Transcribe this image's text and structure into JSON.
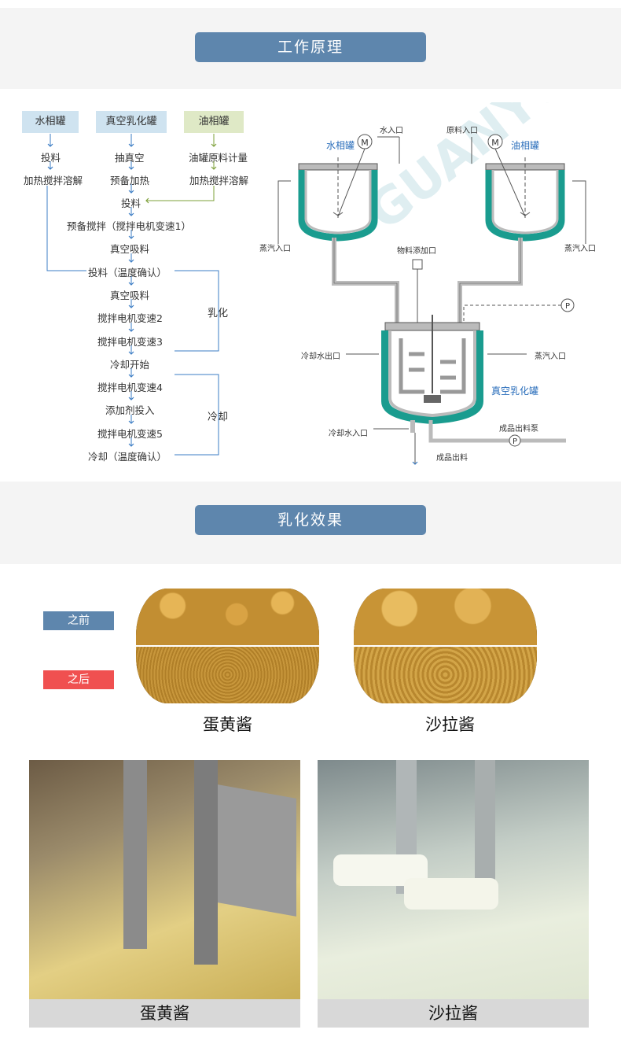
{
  "section1": {
    "title": "工作原理"
  },
  "section2": {
    "title": "乳化效果"
  },
  "flow": {
    "boxes": {
      "water": "水相罐",
      "vacuum": "真空乳化罐",
      "oil": "油相罐"
    },
    "water_steps": [
      "投料",
      "加热搅拌溶解"
    ],
    "vacuum_steps": [
      "抽真空",
      "预备加热"
    ],
    "oil_steps": [
      "油罐原料计量",
      "加热搅拌溶解"
    ],
    "main_steps": [
      "投料",
      "预备搅拌（搅拌电机变速1）",
      "真空吸料",
      "投料（温度确认）",
      "真空吸料",
      "搅拌电机变速2",
      "搅拌电机变速3",
      "冷却开始",
      "搅拌电机变速4",
      "添加剂投入",
      "搅拌电机变速5",
      "冷却（温度确认）"
    ],
    "bracket_emulsify": "乳化",
    "bracket_cool": "冷却"
  },
  "diagram": {
    "water_tank": "水相罐",
    "oil_tank": "油相罐",
    "vacuum_tank": "真空乳化罐",
    "water_inlet": "水入口",
    "raw_inlet": "原料入口",
    "steam_inlet_left": "蒸汽入口",
    "steam_inlet_right": "蒸汽入口",
    "material_add": "物料添加口",
    "cooling_out": "冷却水出口",
    "steam_inlet_main": "蒸汽入口",
    "cooling_in": "冷却水入口",
    "product_pump": "成品出料泵",
    "product_out": "成品出料",
    "motor": "M",
    "pump": "P",
    "watermark": "GUANYU"
  },
  "effect": {
    "before": "之前",
    "after": "之后",
    "sample1": "蛋黄酱",
    "sample2": "沙拉酱"
  },
  "photos": {
    "caption1": "蛋黄酱",
    "caption2": "沙拉酱"
  },
  "colors": {
    "banner": "#5e86ad",
    "before_tag": "#5e86ad",
    "after_tag": "#f05050",
    "water_box": "#cfe3f0",
    "vacuum_box": "#cfe3f0",
    "oil_box": "#dfe9c6",
    "jacket": "#1a9c8f"
  }
}
